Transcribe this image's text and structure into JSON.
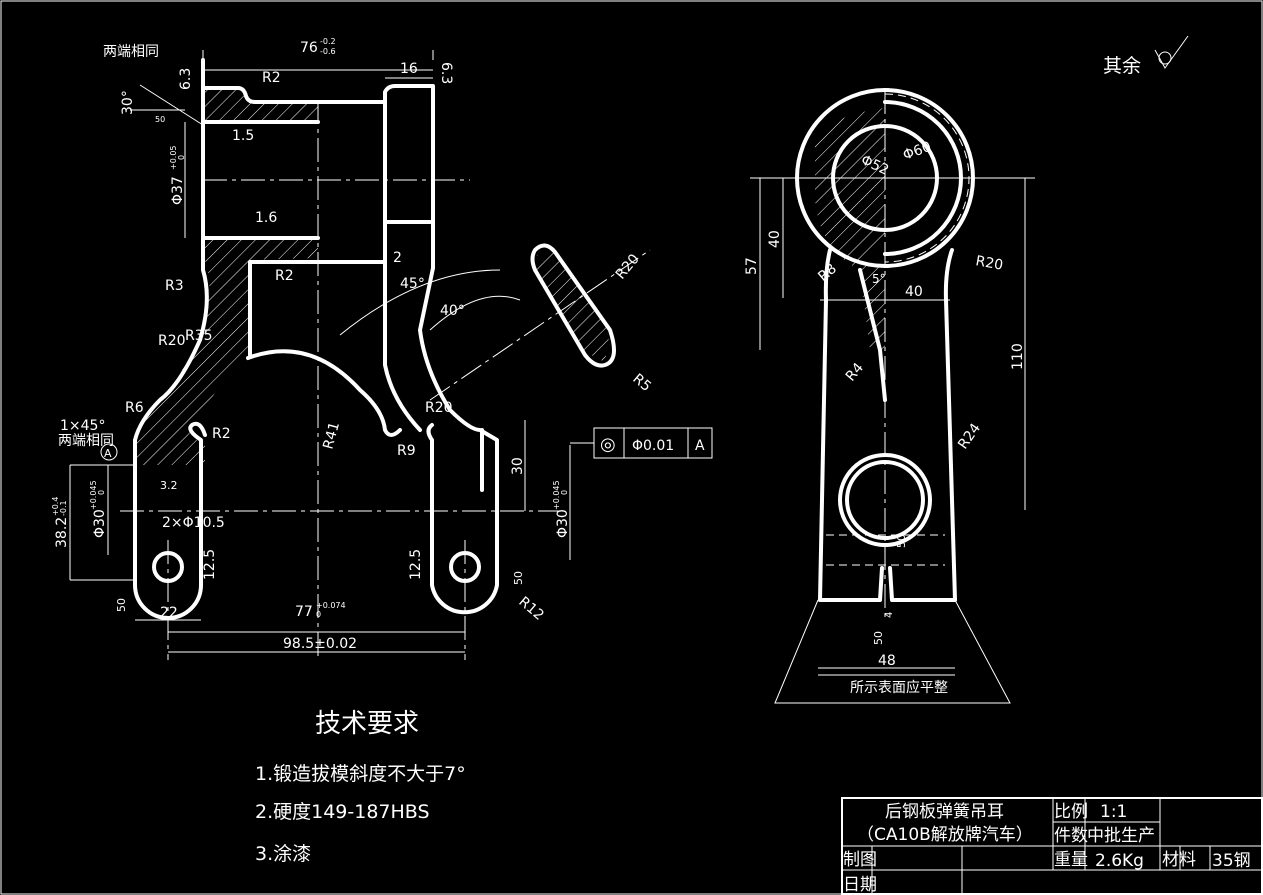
{
  "colors": {
    "background": "#000000",
    "lines": "#ffffff"
  },
  "left_view": {
    "both_ends_same": "两端相同",
    "width_76": "76",
    "tol_76_up": "-0.2",
    "tol_76_dn": "-0.6",
    "r2_top": "R2",
    "dim_16": "16",
    "rough_6_3_a": "6.3",
    "rough_6_3_b": "6.3",
    "angle_30": "30°",
    "rough_50_a": "50",
    "dim_1_5": "1.5",
    "dia_37": "Φ37",
    "tol_37_up": "+0.05",
    "tol_37_dn": "0",
    "rough_1_6": "1.6",
    "r3": "R3",
    "r2_mid": "R2",
    "dim_2": "2",
    "angle_45": "45°",
    "angle_40": "40°",
    "r20_a": "R20",
    "r35": "R35",
    "r6": "R6",
    "r2_low": "R2",
    "r41": "R41",
    "r20_b": "R20",
    "r9": "R9",
    "chamfer": "1×45°",
    "both_ends_same_2": "两端相同",
    "datum_a": "A",
    "rough_3_2": "3.2",
    "dim_38_2": "38.2",
    "tol_38_up": "+0.4",
    "tol_38_dn": "-0.1",
    "dia_30_left": "Φ30",
    "tol_30_up": "+0.045",
    "tol_30_dn": "0",
    "holes": "2×Φ10.5",
    "rough_12_5_a": "12.5",
    "rough_50_b": "50",
    "dim_22": "22",
    "dim_77": "77",
    "tol_77_up": "+0.074",
    "tol_77_dn": "0",
    "dim_98_5": "98.5±0.02",
    "dim_30": "30",
    "dia_30_right": "Φ30",
    "rough_12_5_b": "12.5",
    "rough_50_c": "50",
    "r12": "R12",
    "section_r20": "R20",
    "section_r5": "R5"
  },
  "tolerance_frame": {
    "symbol": "◎",
    "value": "Φ0.01",
    "datum": "A"
  },
  "right_view": {
    "other_surfaces": "其余",
    "dia_52": "Φ52",
    "dia_60": "Φ60",
    "dim_57": "57",
    "dim_40_v": "40",
    "r8": "R8",
    "angle_5": "5°",
    "dim_40_h": "40",
    "r20": "R20",
    "r4": "R4",
    "dim_110": "110",
    "r24": "R24",
    "rough_50_a": "50",
    "rough_50_b": "50",
    "dim_4": "4",
    "dim_48": "48",
    "flat_note": "所示表面应平整"
  },
  "notes": {
    "title": "技术要求",
    "items": [
      "1.锻造拔模斜度不大于7°",
      "2.硬度149-187HBS",
      "3.涂漆"
    ]
  },
  "title_block": {
    "part_name": "后钢板弹簧吊耳",
    "vehicle": "（CA10B解放牌汽车）",
    "scale_label": "比例",
    "scale_value": "1:1",
    "qty_label": "件数",
    "qty_value": "中批生产",
    "weight_label": "重量",
    "weight_value": "2.6Kg",
    "material_label": "材料",
    "material_value": "35钢",
    "drawn_label": "制图",
    "date_label": "日期"
  }
}
